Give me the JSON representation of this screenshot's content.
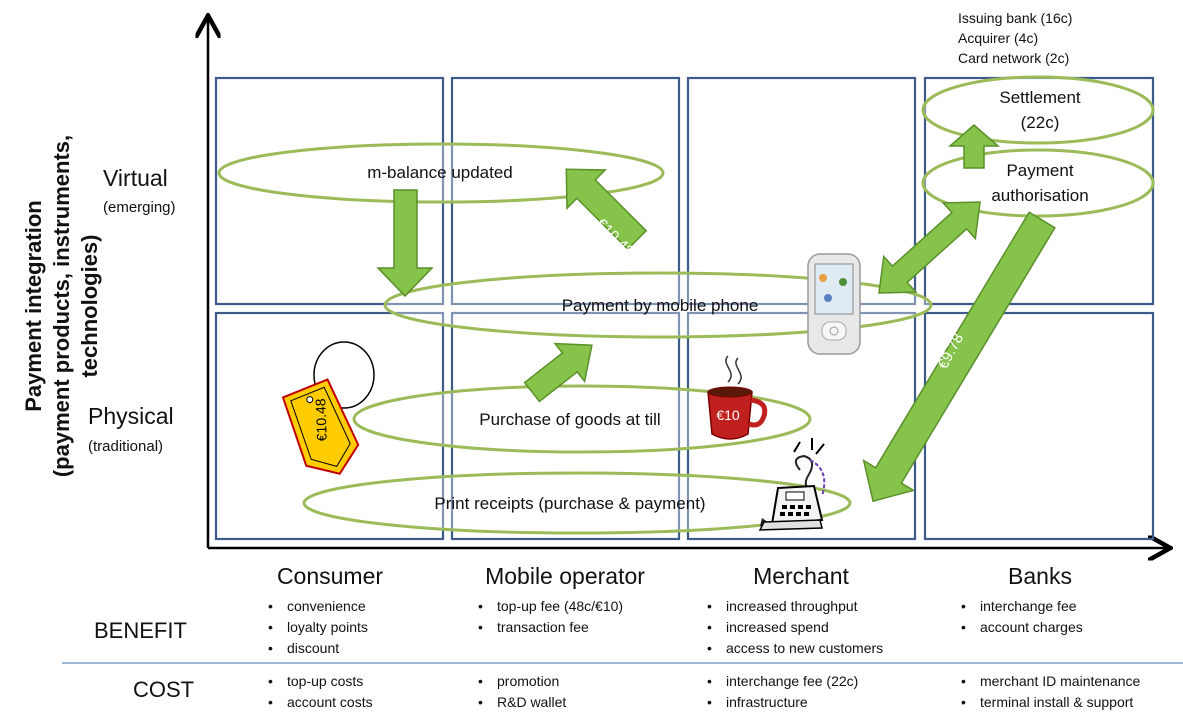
{
  "y_axis_title": [
    "Payment integration",
    "(payment products, instruments, technologies)"
  ],
  "rows": {
    "virtual": {
      "label": "Virtual",
      "sub": "(emerging)"
    },
    "physical": {
      "label": "Physical",
      "sub": "(traditional)"
    }
  },
  "columns": [
    {
      "title": "Consumer",
      "benefits": [
        "convenience",
        "loyalty points",
        "discount"
      ],
      "costs": [
        "top-up costs",
        "account costs"
      ]
    },
    {
      "title": "Mobile operator",
      "benefits": [
        "top-up fee (48c/€10)",
        "transaction fee"
      ],
      "costs": [
        "promotion",
        "R&D wallet"
      ]
    },
    {
      "title": "Merchant",
      "benefits": [
        "increased throughput",
        "increased spend",
        "access to new customers"
      ],
      "costs": [
        "interchange fee (22c)",
        "infrastructure"
      ]
    },
    {
      "title": "Banks",
      "benefits": [
        "interchange fee",
        "account charges"
      ],
      "costs": [
        "merchant ID maintenance",
        "terminal install & support"
      ]
    }
  ],
  "sections": {
    "benefit": "BENEFIT",
    "cost": "COST"
  },
  "ellipses": {
    "m_balance": "m-balance updated",
    "mobile_payment": "Payment by mobile phone",
    "purchase": "Purchase of goods at till",
    "receipts": "Print receipts (purchase & payment)",
    "settlement": [
      "Settlement",
      "(22c)"
    ],
    "authorisation": [
      "Payment",
      "authorisation"
    ]
  },
  "fees": [
    "Issuing bank (16c)",
    "Acquirer (4c)",
    "Card network (2c)"
  ],
  "arrow_labels": {
    "top_up": "-€10.48",
    "bank_transfer": "€9.78"
  },
  "price_tag": "€10.48",
  "cup_price": "€10",
  "colors": {
    "box_border": "#3c5a8a",
    "ellipse": "#9bbb59",
    "arrow_fill": "#86c34a",
    "arrow_stroke": "#5a8f2a",
    "divider": "#7ba3c7"
  },
  "icons": [
    "price-tag-icon",
    "coffee-cup-icon",
    "mobile-phone-icon",
    "cash-register-icon"
  ]
}
